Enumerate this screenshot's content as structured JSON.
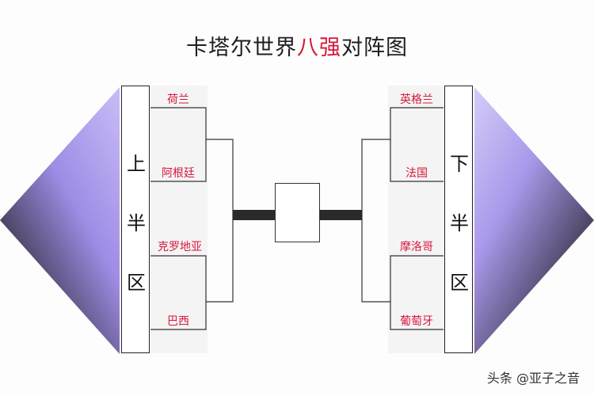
{
  "title": {
    "prefix": "卡塔尔世界",
    "highlight": "八强",
    "suffix": "对阵图"
  },
  "upper_half": {
    "label_chars": [
      "上",
      "半",
      "区"
    ],
    "teams": [
      "荷兰",
      "阿根廷",
      "克罗地亚",
      "巴西"
    ]
  },
  "lower_half": {
    "label_chars": [
      "下",
      "半",
      "区"
    ],
    "teams": [
      "英格兰",
      "法国",
      "摩洛哥",
      "葡萄牙"
    ]
  },
  "watermark": "头条 @亚子之音",
  "colors": {
    "team_text": "#d8183c",
    "title_highlight": "#d8183c",
    "diamond_light": "#b7a7f0",
    "diamond_dark": "#2c2838"
  }
}
